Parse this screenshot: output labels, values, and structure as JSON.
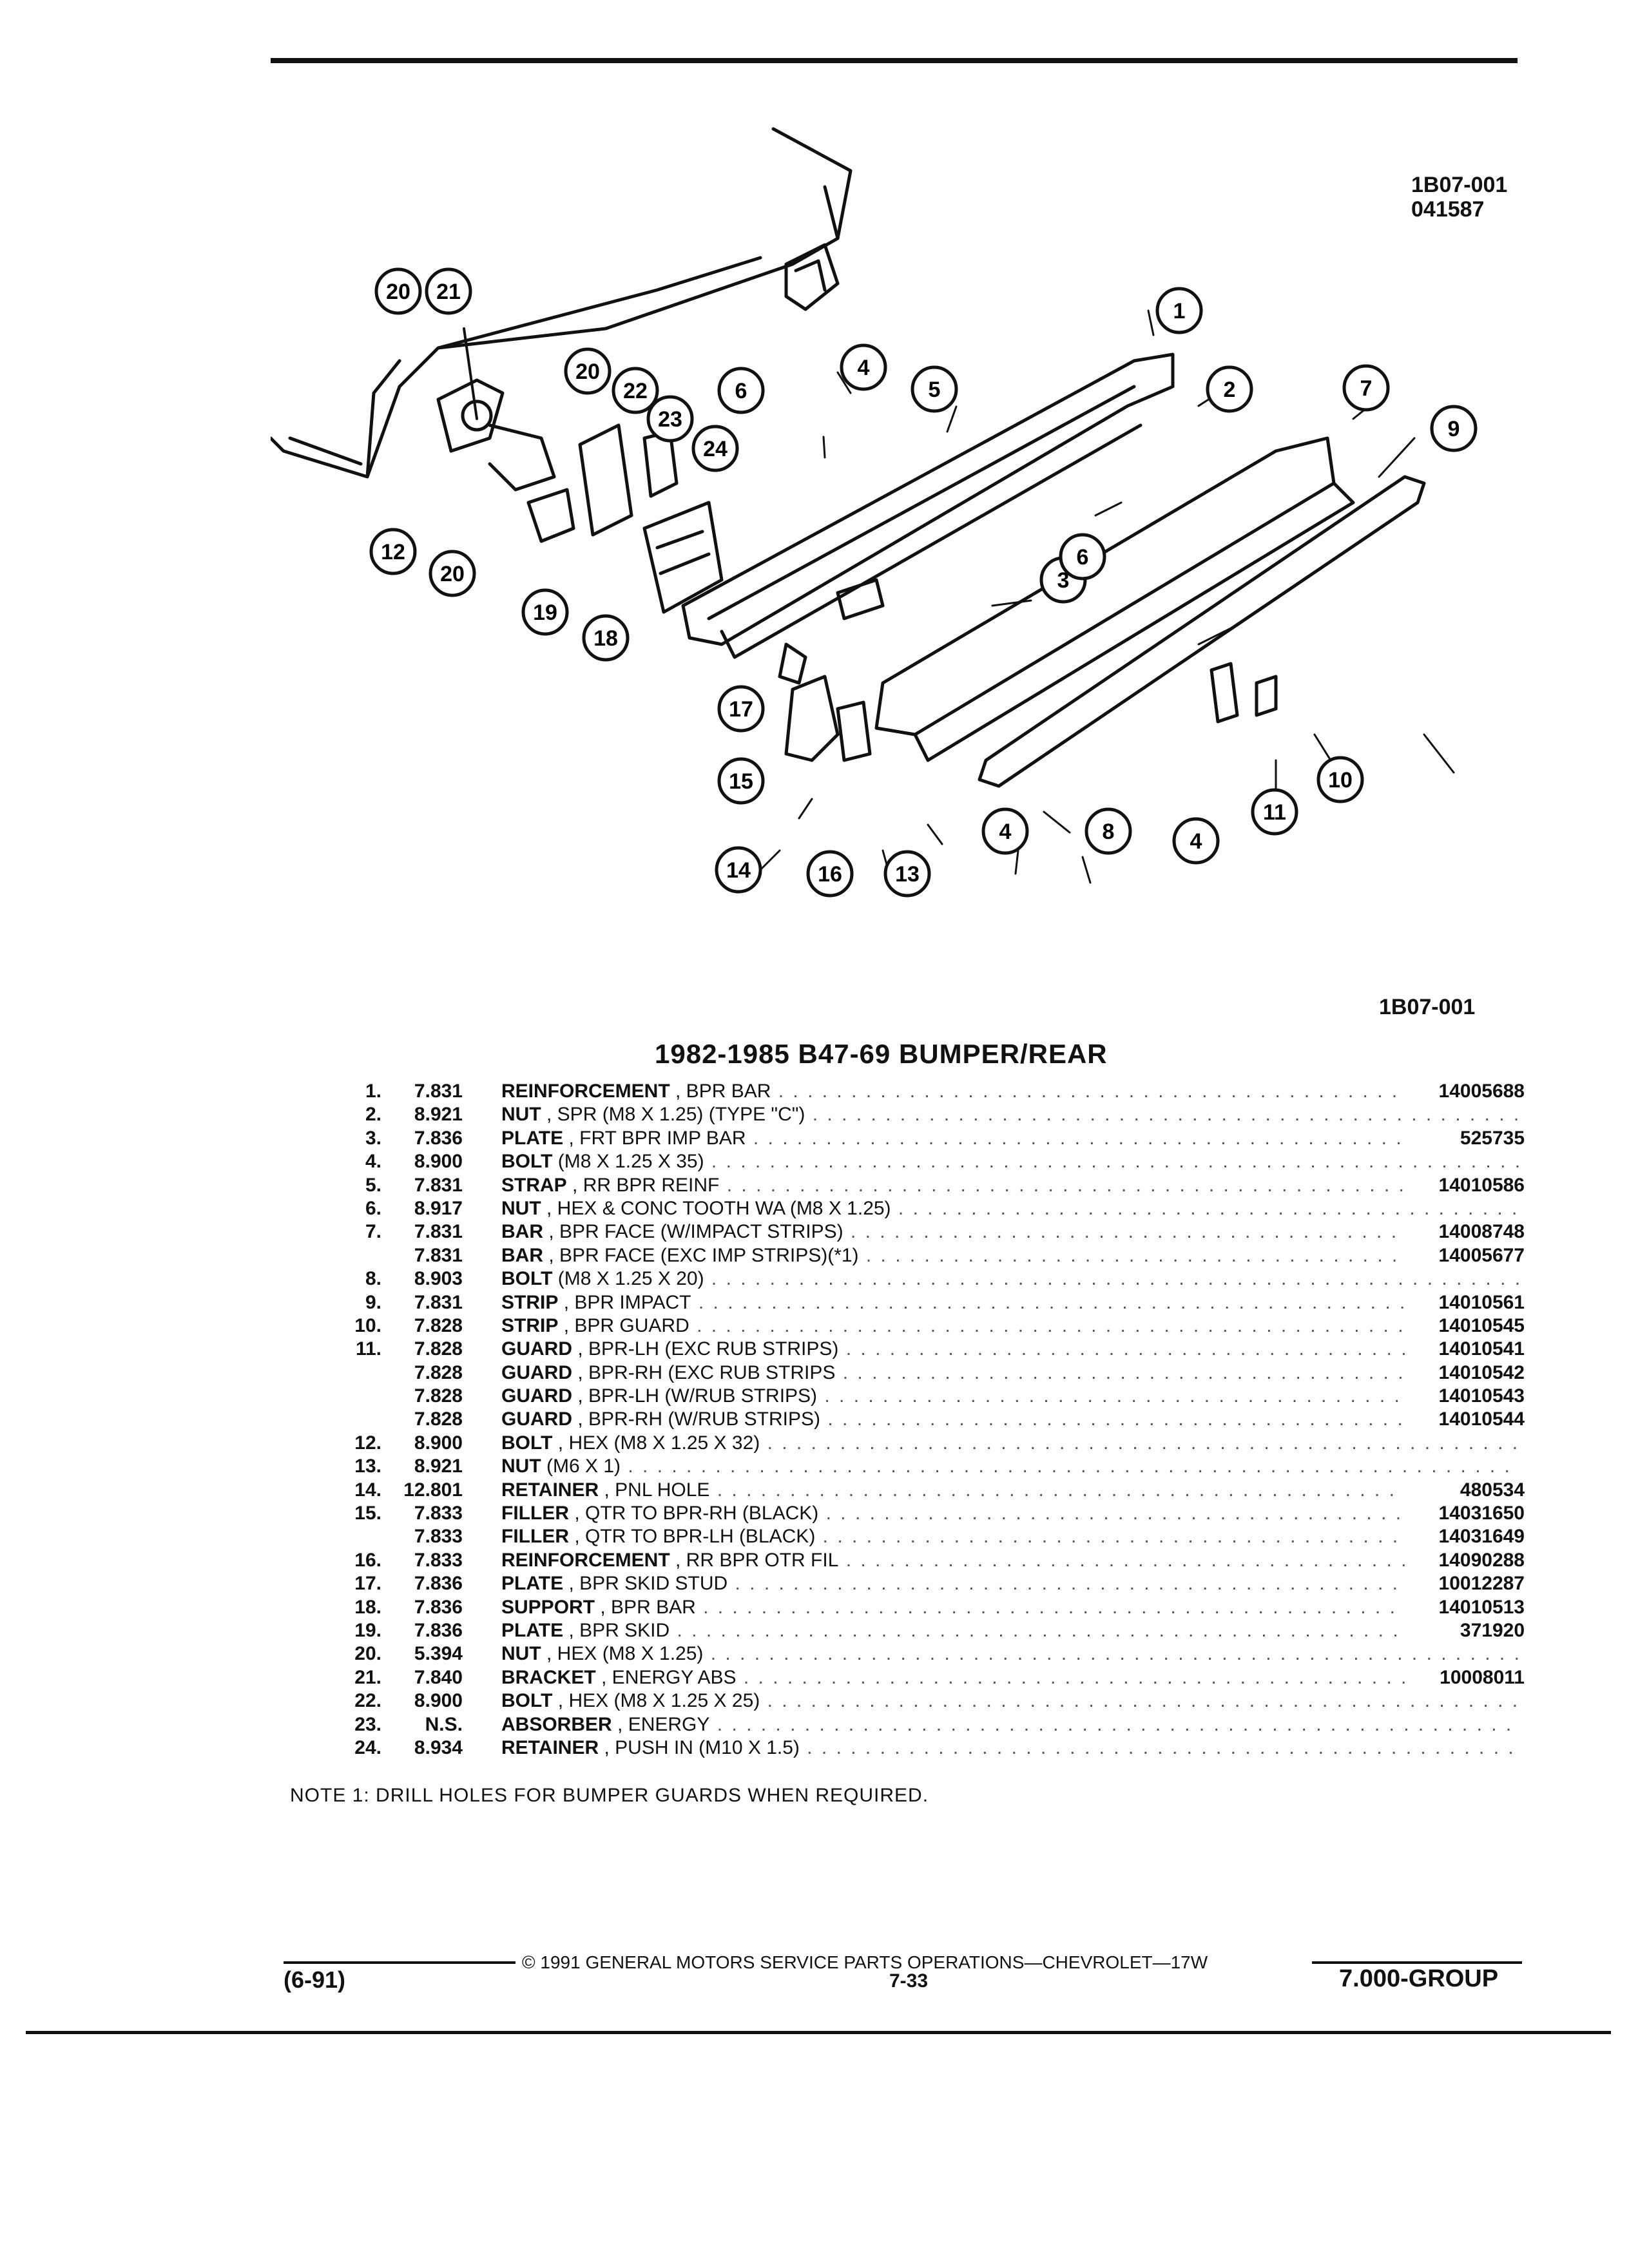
{
  "header": {
    "ref_code": "1B07-001",
    "ref_date": "041587"
  },
  "diagram": {
    "ref_code": "1B07-001",
    "callouts": [
      "1",
      "2",
      "3",
      "4",
      "4",
      "4",
      "5",
      "6",
      "6",
      "7",
      "8",
      "9",
      "10",
      "11",
      "12",
      "13",
      "14",
      "15",
      "16",
      "17",
      "18",
      "19",
      "20",
      "20",
      "20",
      "21",
      "22",
      "23",
      "24"
    ]
  },
  "title": "1982-1985 B47-69 BUMPER/REAR",
  "parts": [
    {
      "idx": "1.",
      "grp": "7.831",
      "name": "REINFORCEMENT",
      "spec": ", BPR BAR",
      "pn": "14005688"
    },
    {
      "idx": "2.",
      "grp": "8.921",
      "name": "NUT",
      "spec": ", SPR (M8 X 1.25) (TYPE \"C\")",
      "pn": ""
    },
    {
      "idx": "3.",
      "grp": "7.836",
      "name": "PLATE",
      "spec": ", FRT BPR IMP BAR",
      "pn": "525735"
    },
    {
      "idx": "4.",
      "grp": "8.900",
      "name": "BOLT",
      "spec": "(M8 X 1.25 X 35)",
      "pn": ""
    },
    {
      "idx": "5.",
      "grp": "7.831",
      "name": "STRAP",
      "spec": ", RR BPR REINF",
      "pn": "14010586"
    },
    {
      "idx": "6.",
      "grp": "8.917",
      "name": "NUT",
      "spec": ", HEX & CONC TOOTH WA (M8 X 1.25)",
      "pn": ""
    },
    {
      "idx": "7.",
      "grp": "7.831",
      "name": "BAR",
      "spec": ", BPR FACE (W/IMPACT STRIPS)",
      "pn": "14008748"
    },
    {
      "idx": "",
      "grp": "7.831",
      "name": "BAR",
      "spec": ", BPR FACE (EXC IMP STRIPS)(*1)",
      "pn": "14005677"
    },
    {
      "idx": "8.",
      "grp": "8.903",
      "name": "BOLT",
      "spec": "(M8 X 1.25 X 20)",
      "pn": ""
    },
    {
      "idx": "9.",
      "grp": "7.831",
      "name": "STRIP",
      "spec": ", BPR IMPACT",
      "pn": "14010561"
    },
    {
      "idx": "10.",
      "grp": "7.828",
      "name": "STRIP",
      "spec": ", BPR GUARD",
      "pn": "14010545"
    },
    {
      "idx": "11.",
      "grp": "7.828",
      "name": "GUARD",
      "spec": ", BPR-LH (EXC RUB STRIPS)",
      "pn": "14010541"
    },
    {
      "idx": "",
      "grp": "7.828",
      "name": "GUARD",
      "spec": ", BPR-RH (EXC RUB STRIPS",
      "pn": "14010542"
    },
    {
      "idx": "",
      "grp": "7.828",
      "name": "GUARD",
      "spec": ", BPR-LH (W/RUB STRIPS)",
      "pn": "14010543"
    },
    {
      "idx": "",
      "grp": "7.828",
      "name": "GUARD",
      "spec": ", BPR-RH (W/RUB STRIPS)",
      "pn": "14010544"
    },
    {
      "idx": "12.",
      "grp": "8.900",
      "name": "BOLT",
      "spec": ", HEX (M8 X 1.25 X 32)",
      "pn": ""
    },
    {
      "idx": "13.",
      "grp": "8.921",
      "name": "NUT",
      "spec": "(M6 X 1)",
      "pn": ""
    },
    {
      "idx": "14.",
      "grp": "12.801",
      "name": "RETAINER",
      "spec": ", PNL HOLE",
      "pn": "480534"
    },
    {
      "idx": "15.",
      "grp": "7.833",
      "name": "FILLER",
      "spec": ", QTR TO BPR-RH (BLACK)",
      "pn": "14031650"
    },
    {
      "idx": "",
      "grp": "7.833",
      "name": "FILLER",
      "spec": ", QTR TO BPR-LH (BLACK)",
      "pn": "14031649"
    },
    {
      "idx": "16.",
      "grp": "7.833",
      "name": "REINFORCEMENT",
      "spec": ", RR BPR OTR FIL",
      "pn": "14090288"
    },
    {
      "idx": "17.",
      "grp": "7.836",
      "name": "PLATE",
      "spec": ", BPR SKID STUD",
      "pn": "10012287"
    },
    {
      "idx": "18.",
      "grp": "7.836",
      "name": "SUPPORT",
      "spec": ", BPR BAR",
      "pn": "14010513"
    },
    {
      "idx": "19.",
      "grp": "7.836",
      "name": "PLATE",
      "spec": ", BPR SKID",
      "pn": "371920"
    },
    {
      "idx": "20.",
      "grp": "5.394",
      "name": "NUT",
      "spec": ", HEX (M8 X 1.25)",
      "pn": ""
    },
    {
      "idx": "21.",
      "grp": "7.840",
      "name": "BRACKET",
      "spec": ", ENERGY ABS",
      "pn": "10008011"
    },
    {
      "idx": "22.",
      "grp": "8.900",
      "name": "BOLT",
      "spec": ", HEX (M8 X 1.25 X 25)",
      "pn": ""
    },
    {
      "idx": "23.",
      "grp": "N.S.",
      "name": "ABSORBER",
      "spec": ", ENERGY",
      "pn": ""
    },
    {
      "idx": "24.",
      "grp": "8.934",
      "name": "RETAINER",
      "spec": ", PUSH IN (M10 X 1.5)",
      "pn": ""
    }
  ],
  "note": "NOTE 1: DRILL HOLES FOR BUMPER GUARDS WHEN REQUIRED.",
  "footer": {
    "copyright": "© 1991 GENERAL MOTORS SERVICE PARTS OPERATIONS—CHEVROLET—17W",
    "date_code": "(6-91)",
    "page": "7-33",
    "group": "7.000-GROUP"
  },
  "colors": {
    "ink": "#111111",
    "paper": "#ffffff"
  }
}
